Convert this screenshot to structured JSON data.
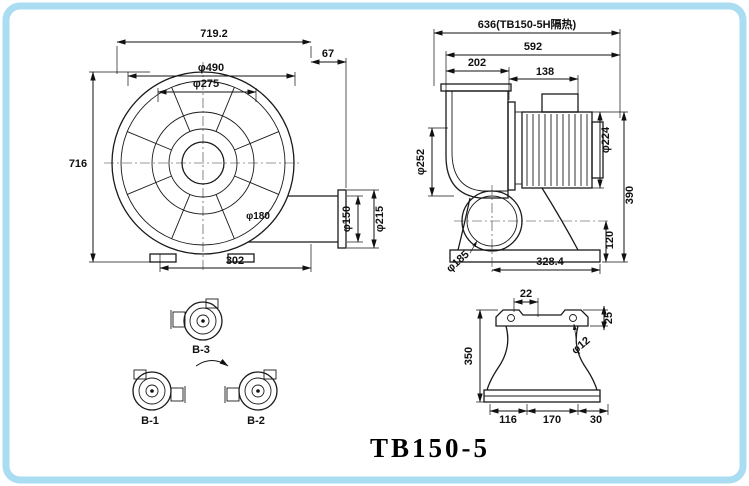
{
  "title": "TB150-5",
  "front_view": {
    "total_width": "719.2",
    "flange_depth": "67",
    "outer_diameter": "φ490",
    "hub_diameter": "φ275",
    "total_height": "716",
    "base_width": "302",
    "outlet_bore": "φ150",
    "outlet_flange": "φ215",
    "inlet_cut": "φ180"
  },
  "side_view": {
    "total_length_note": "636(TB150-5H隔热)",
    "body_length": "592",
    "casing_width": "202",
    "motor_spacing": "138",
    "motor_diameter": "φ224",
    "inlet_diameter": "φ252",
    "axis_height": "390",
    "outlet_height": "120",
    "outlet_diameter": "φ185",
    "base_length": "328.4"
  },
  "orientation_views": {
    "b1": "B-1",
    "b2": "B-2",
    "b3": "B-3"
  },
  "bracket_view": {
    "top_offset": "22",
    "lug_height": "25",
    "hole_diameter": "φ12",
    "height": "350",
    "base_a": "116",
    "base_b": "170",
    "base_c": "30"
  }
}
